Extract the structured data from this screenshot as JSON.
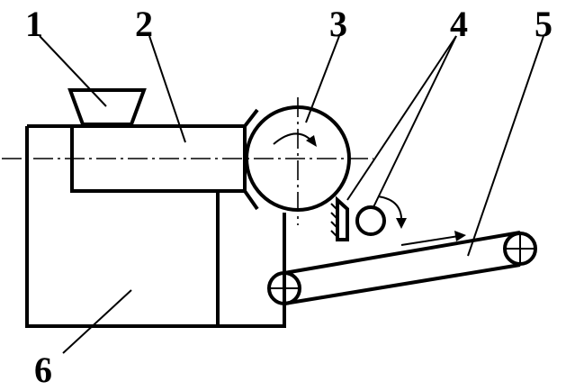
{
  "labels": {
    "part1": "1",
    "part2": "2",
    "part3": "3",
    "part4": "4",
    "part5": "5",
    "part6": "6"
  },
  "colors": {
    "ink": "#000000",
    "background": "#ffffff"
  }
}
